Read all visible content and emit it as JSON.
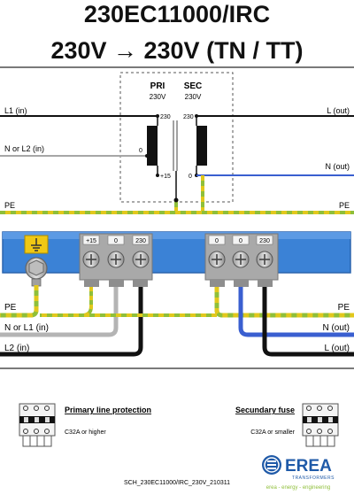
{
  "title": "230EC11000/IRC",
  "subtitle": "230V → 230V (TN / TT)",
  "schematic": {
    "pri_label": "PRI",
    "pri_voltage": "230V",
    "sec_label": "SEC",
    "sec_voltage": "230V",
    "pri_top_tap": "230",
    "pri_mid_tap": "0",
    "pri_bottom_tap": "+15",
    "sec_top_tap": "230",
    "sec_bottom_tap": "0",
    "l1_in": "L1 (in)",
    "n_l2_in": "N or L2 (in)",
    "l_out": "L (out)",
    "n_out": "N (out)",
    "pe_left": "PE",
    "pe_right": "PE"
  },
  "terminal_block": {
    "left_terminals": [
      "+15",
      "0",
      "230"
    ],
    "right_terminals": [
      "0",
      "0",
      "230"
    ],
    "pe_left": "PE",
    "n_l1_in": "N or L1 (in)",
    "l2_in": "L2 (in)",
    "pe_right": "PE",
    "n_out": "N (out)",
    "l_out": "L (out)"
  },
  "protection": {
    "primary_title": "Primary line protection",
    "primary_rating": "C32A or higher",
    "secondary_title": "Secundary fuse",
    "secondary_rating": "C32A or smaller"
  },
  "footer": {
    "doc_code": "SCH_230EC11000/IRC_230V_210311",
    "logo_text": "EREA",
    "logo_sub": "TRANSFORMERS",
    "tagline": "erea - energy - engineering"
  },
  "colors": {
    "wire_black": "#111111",
    "wire_grey": "#a6a6a6",
    "wire_blue": "#3a5fd0",
    "pe_green": "#8fbf3a",
    "pe_yellow": "#e2c81c",
    "din_rail": "#3b82d6",
    "brand_blue": "#1f5aa8"
  }
}
